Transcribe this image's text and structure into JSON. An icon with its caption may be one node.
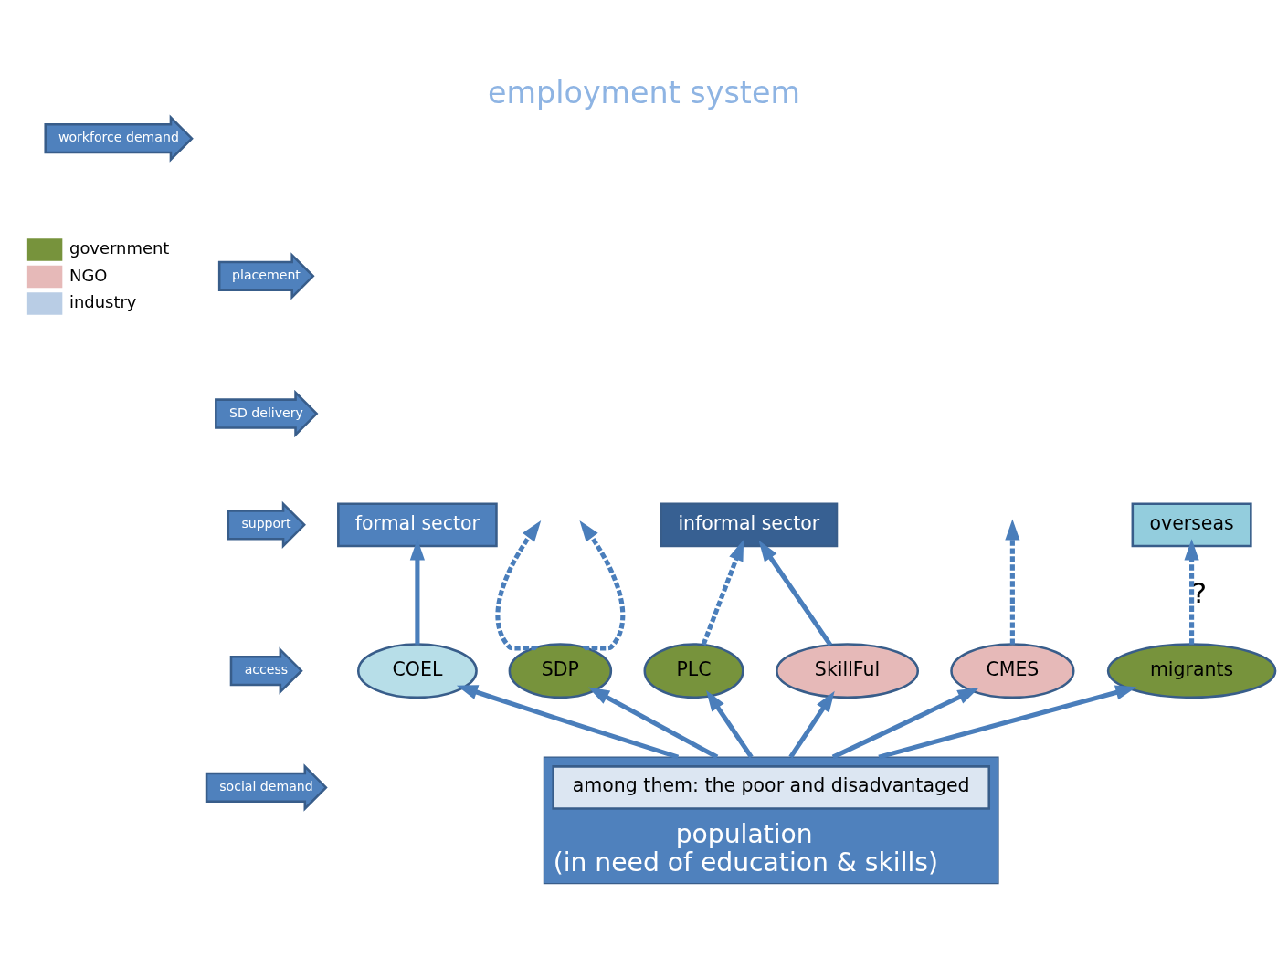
{
  "diagram": {
    "title": "employment system",
    "nodes": [
      {
        "text": [
          "formal sector"
        ]
      },
      {
        "text": [
          "informal sector"
        ]
      },
      {
        "text": [
          "overseas"
        ]
      },
      {
        "text": [
          "COEL"
        ]
      },
      {
        "text": [
          "SDP"
        ]
      },
      {
        "text": [
          "PLC"
        ]
      },
      {
        "text": [
          "SkillFul"
        ]
      },
      {
        "text": [
          "CMES"
        ]
      },
      {
        "text": [
          "migrants"
        ]
      },
      {
        "text": [
          "population",
          "(in need of education & skills)"
        ]
      },
      {
        "text": [
          "among them: the poor and disadvantaged"
        ],
        "in": 9
      },
      {
        "text": [
          "workforce demand"
        ]
      },
      {
        "text": [
          "placement"
        ]
      },
      {
        "text": [
          "SD delivery"
        ]
      },
      {
        "text": [
          "support"
        ]
      },
      {
        "text": [
          "access"
        ]
      },
      {
        "text": [
          "social demand"
        ]
      }
    ],
    "edges": [
      {
        "from": 3,
        "to": 0,
        "arrow": "to"
      },
      {
        "from": 4,
        "to": null,
        "arrow": "to",
        "style": "dashed"
      },
      {
        "from": 4,
        "to": null,
        "arrow": "to",
        "style": "dashed"
      },
      {
        "from": 5,
        "to": 1,
        "arrow": "to",
        "style": "dashed"
      },
      {
        "from": 6,
        "to": 1,
        "arrow": "to"
      },
      {
        "from": 7,
        "to": null,
        "arrow": "to",
        "style": "dashed"
      },
      {
        "from": 8,
        "to": 2,
        "arrow": "to",
        "style": "dashed",
        "label": "?"
      },
      {
        "from": 9,
        "to": 3,
        "arrow": "to"
      },
      {
        "from": 9,
        "to": 4,
        "arrow": "to"
      },
      {
        "from": 9,
        "to": 5,
        "arrow": "to"
      },
      {
        "from": 9,
        "to": 6,
        "arrow": "to"
      },
      {
        "from": 9,
        "to": 7,
        "arrow": "to"
      },
      {
        "from": 9,
        "to": 8,
        "arrow": "to"
      }
    ],
    "legend": [
      {
        "text": "government",
        "color": "#77933c"
      },
      {
        "text": "NGO",
        "color": "#e6b9b8"
      },
      {
        "text": "industry",
        "color": "#b9cde5"
      }
    ]
  }
}
